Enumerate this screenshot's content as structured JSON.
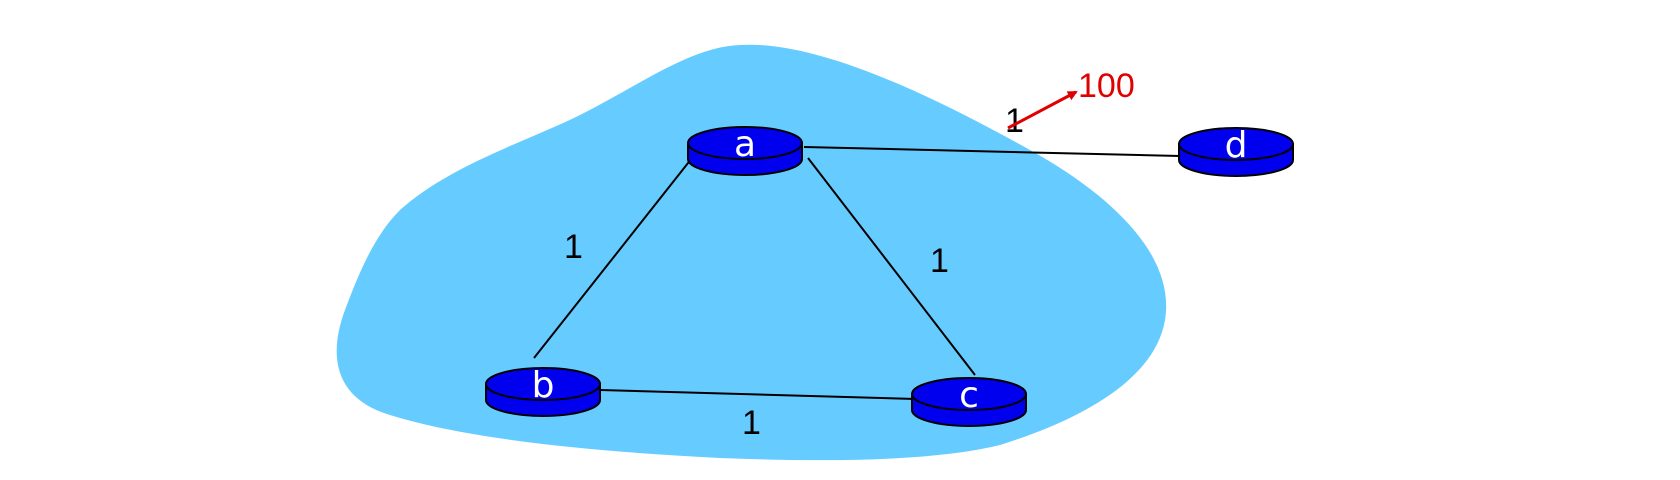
{
  "colors": {
    "region": "#66CCFF",
    "router_fill": "#0000EE",
    "router_stroke": "#000000",
    "link": "#000000",
    "change": "#E00000",
    "label": "#000000"
  },
  "routers": [
    {
      "id": "a",
      "label": "a"
    },
    {
      "id": "b",
      "label": "b"
    },
    {
      "id": "c",
      "label": "c"
    },
    {
      "id": "d",
      "label": "d"
    }
  ],
  "links": [
    {
      "from": "a",
      "to": "b",
      "cost": "1"
    },
    {
      "from": "a",
      "to": "c",
      "cost": "1"
    },
    {
      "from": "b",
      "to": "c",
      "cost": "1"
    },
    {
      "from": "a",
      "to": "d",
      "cost": "1",
      "new_cost": "100"
    }
  ]
}
